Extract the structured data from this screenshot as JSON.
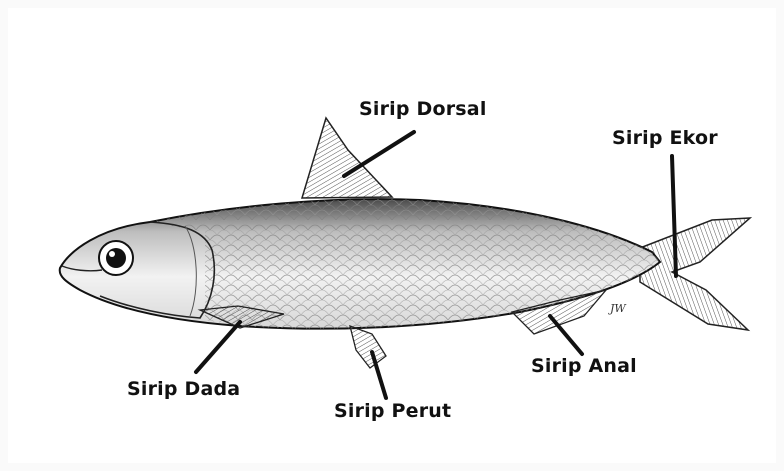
{
  "labels": {
    "dorsal": "Sirip Dorsal",
    "ekor": "Sirip Ekor",
    "dada": "Sirip Dada",
    "perut": "Sirip Perut",
    "anal": "Sirip Anal"
  },
  "signature": "JW",
  "colors": {
    "ink": "#111111",
    "scale": "#8a8a8a",
    "background": "#ffffff"
  }
}
